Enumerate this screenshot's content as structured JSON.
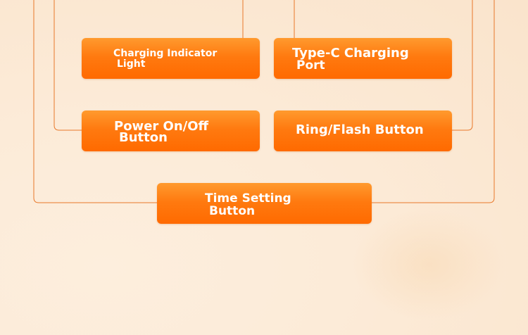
{
  "diagram": {
    "labels": {
      "charging_indicator": {
        "line1": "Charging Indicator",
        "line2": "Light"
      },
      "type_c_port": {
        "line1": "Type-C Charging",
        "line2": "Port"
      },
      "power_button": {
        "line1": "Power On/Off",
        "line2": "Button"
      },
      "ring_flash_button": {
        "line1": "Ring/Flash Button"
      },
      "time_setting_button": {
        "line1": "Time Setting",
        "line2": "Button"
      }
    },
    "colors": {
      "box_top": "#ff9a2e",
      "box_bottom": "#ff6a00",
      "connector": "#e8782a",
      "background": "#fcebd8"
    }
  }
}
